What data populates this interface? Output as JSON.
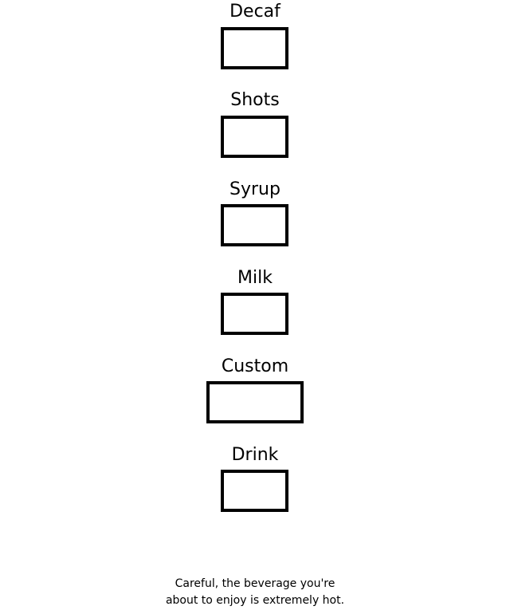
{
  "fields": [
    {
      "label": "Decaf"
    },
    {
      "label": "Shots"
    },
    {
      "label": "Syrup"
    },
    {
      "label": "Milk"
    },
    {
      "label": "Custom"
    },
    {
      "label": "Drink"
    }
  ],
  "footer": {
    "line1": "Careful, the beverage you're",
    "line2": "about to enjoy is extremely hot."
  }
}
